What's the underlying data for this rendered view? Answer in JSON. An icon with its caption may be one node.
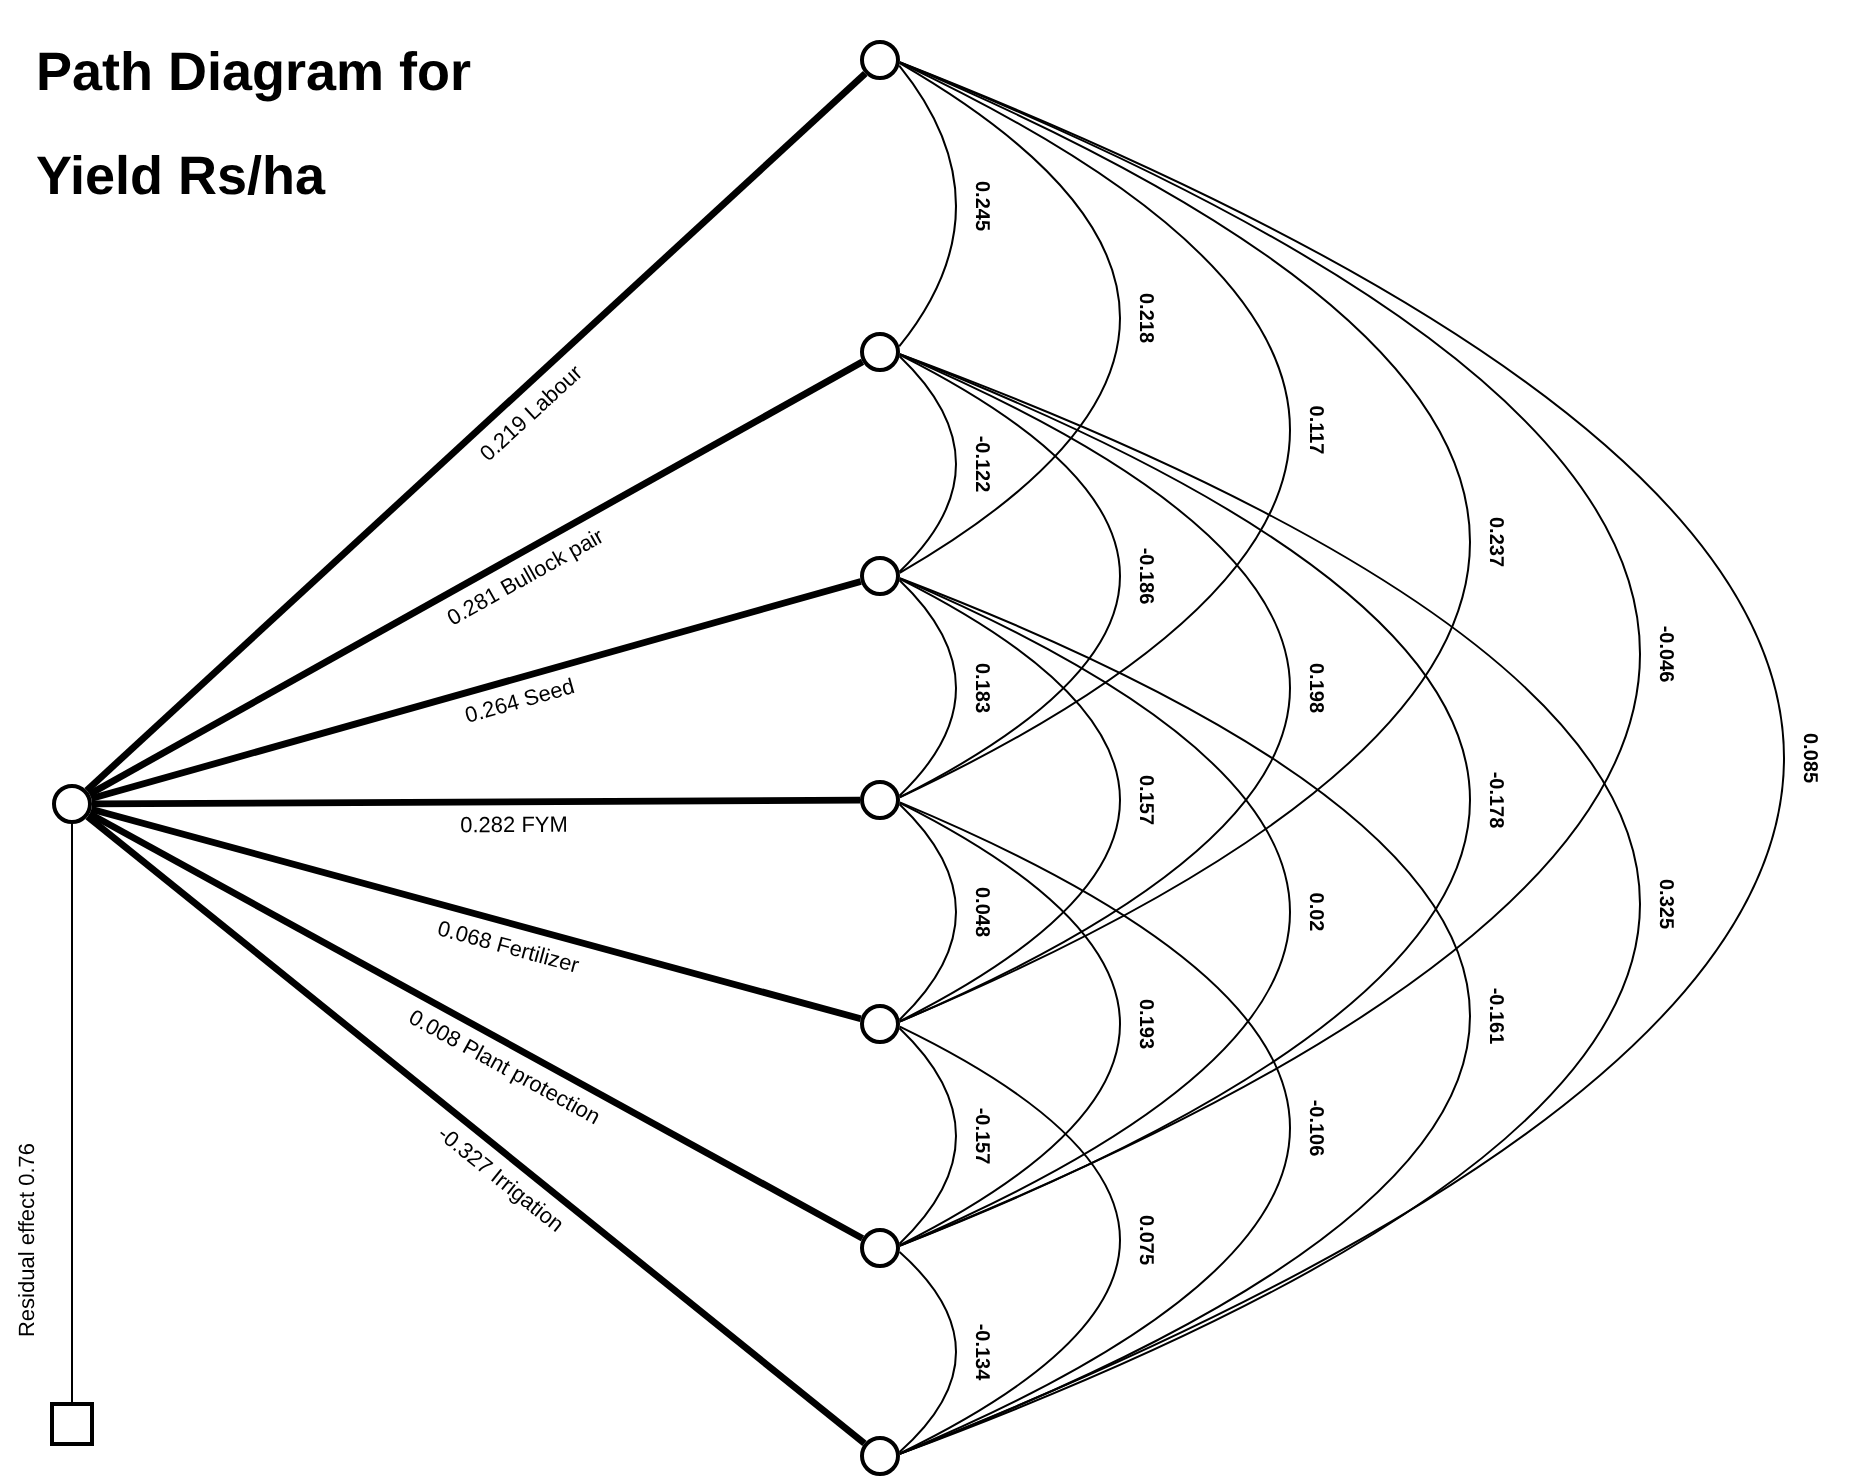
{
  "diagram": {
    "title": "Path Diagram for Yield Rs/ha",
    "nodes": [
      {
        "text": [],
        "shape": "circle"
      },
      {
        "text": [],
        "shape": "circle"
      },
      {
        "text": [],
        "shape": "circle"
      },
      {
        "text": [],
        "shape": "circle"
      },
      {
        "text": [],
        "shape": "circle"
      },
      {
        "text": [],
        "shape": "circle"
      },
      {
        "text": [],
        "shape": "circle"
      },
      {
        "text": [],
        "shape": "circle"
      },
      {
        "text": [],
        "shape": "box"
      }
    ],
    "edges": [
      {
        "from": 0,
        "to": 1,
        "arrow": "none",
        "label": "0.219 Labour",
        "style": "thick"
      },
      {
        "from": 0,
        "to": 2,
        "arrow": "none",
        "label": "0.281 Bullock pair",
        "style": "thick"
      },
      {
        "from": 0,
        "to": 3,
        "arrow": "none",
        "label": "0.264 Seed",
        "style": "thick"
      },
      {
        "from": 0,
        "to": 4,
        "arrow": "none",
        "label": "0.282 FYM",
        "style": "thick"
      },
      {
        "from": 0,
        "to": 5,
        "arrow": "none",
        "label": "0.068 Fertilizer",
        "style": "thick"
      },
      {
        "from": 0,
        "to": 6,
        "arrow": "none",
        "label": "0.008 Plant protection",
        "style": "thick"
      },
      {
        "from": 0,
        "to": 7,
        "arrow": "none",
        "label": "-0.327 Irrigation",
        "style": "thick"
      },
      {
        "from": 0,
        "to": 8,
        "arrow": "none",
        "label": "Residual effect 0.76"
      },
      {
        "from": 1,
        "to": 2,
        "arrow": "none",
        "label": "0.245"
      },
      {
        "from": 2,
        "to": 3,
        "arrow": "none",
        "label": "-0.122"
      },
      {
        "from": 3,
        "to": 4,
        "arrow": "none",
        "label": "0.183"
      },
      {
        "from": 4,
        "to": 5,
        "arrow": "none",
        "label": "0.048"
      },
      {
        "from": 5,
        "to": 6,
        "arrow": "none",
        "label": "-0.157"
      },
      {
        "from": 6,
        "to": 7,
        "arrow": "none",
        "label": "-0.134"
      },
      {
        "from": 1,
        "to": 3,
        "arrow": "none",
        "label": "0.218"
      },
      {
        "from": 2,
        "to": 4,
        "arrow": "none",
        "label": "-0.186"
      },
      {
        "from": 3,
        "to": 5,
        "arrow": "none",
        "label": "0.157"
      },
      {
        "from": 4,
        "to": 6,
        "arrow": "none",
        "label": "0.193"
      },
      {
        "from": 5,
        "to": 7,
        "arrow": "none",
        "label": "0.075"
      },
      {
        "from": 1,
        "to": 4,
        "arrow": "none",
        "label": "0.117"
      },
      {
        "from": 2,
        "to": 5,
        "arrow": "none",
        "label": "0.198"
      },
      {
        "from": 3,
        "to": 6,
        "arrow": "none",
        "label": "0.02"
      },
      {
        "from": 4,
        "to": 7,
        "arrow": "none",
        "label": "-0.106"
      },
      {
        "from": 1,
        "to": 5,
        "arrow": "none",
        "label": "0.237"
      },
      {
        "from": 2,
        "to": 6,
        "arrow": "none",
        "label": "-0.178"
      },
      {
        "from": 3,
        "to": 7,
        "arrow": "none",
        "label": "-0.161"
      },
      {
        "from": 1,
        "to": 6,
        "arrow": "none",
        "label": "-0.046"
      },
      {
        "from": 2,
        "to": 7,
        "arrow": "none",
        "label": "0.325"
      },
      {
        "from": 1,
        "to": 7,
        "arrow": "none",
        "label": "0.085"
      }
    ]
  }
}
